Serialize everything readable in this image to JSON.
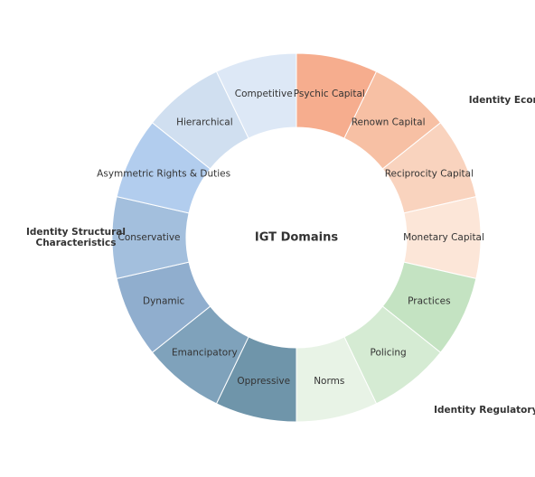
{
  "chart_data": {
    "type": "donut",
    "title": "IGT Domains",
    "segments": [
      {
        "label": "Psychic Capital",
        "value": 1,
        "group": "Identity Economies",
        "color": "#f6ad8e"
      },
      {
        "label": "Renown Capital",
        "value": 1,
        "group": "Identity Economies",
        "color": "#f7c0a4"
      },
      {
        "label": "Reciprocity Capital",
        "value": 1,
        "group": "Identity Economies",
        "color": "#f9d3be"
      },
      {
        "label": "Monetary Capital",
        "value": 1,
        "group": "Identity Economies",
        "color": "#fce6d8"
      },
      {
        "label": "Practices",
        "value": 1,
        "group": "Identity Regulatory Mechanisms",
        "color": "#c4e3c2"
      },
      {
        "label": "Policing",
        "value": 1,
        "group": "Identity Regulatory Mechanisms",
        "color": "#d5ebd3"
      },
      {
        "label": "Norms",
        "value": 1,
        "group": "Identity Regulatory Mechanisms",
        "color": "#e8f3e6"
      },
      {
        "label": "Oppressive",
        "value": 1,
        "group": "Identity Structural Characteristics",
        "color": "#6f95aa"
      },
      {
        "label": "Emancipatory",
        "value": 1,
        "group": "Identity Structural Characteristics",
        "color": "#7fa2bb"
      },
      {
        "label": "Dynamic",
        "value": 1,
        "group": "Identity Structural Characteristics",
        "color": "#90aece"
      },
      {
        "label": "Conservative",
        "value": 1,
        "group": "Identity Structural Characteristics",
        "color": "#a3bfdd"
      },
      {
        "label": "Asymmetric Rights & Duties",
        "value": 1,
        "group": "Identity Structural Characteristics",
        "color": "#b2cdee"
      },
      {
        "label": "Hierarchical",
        "value": 1,
        "group": "Identity Structural Characteristics",
        "color": "#d0dff0"
      },
      {
        "label": "Competitive",
        "value": 1,
        "group": "Identity Structural Characteristics",
        "color": "#dde8f6"
      }
    ],
    "groups": [
      {
        "label": "Identity Economies",
        "lines": [
          "Identity Economies"
        ],
        "anchor": "start"
      },
      {
        "label": "Identity Regulatory Mechanisms",
        "lines": [
          "Identity Regulatory Mechanisms"
        ],
        "anchor": "start"
      },
      {
        "label": "Identity Structural Characteristics",
        "lines": [
          "Identity Structural",
          "Characteristics"
        ],
        "anchor": "middle"
      }
    ]
  }
}
